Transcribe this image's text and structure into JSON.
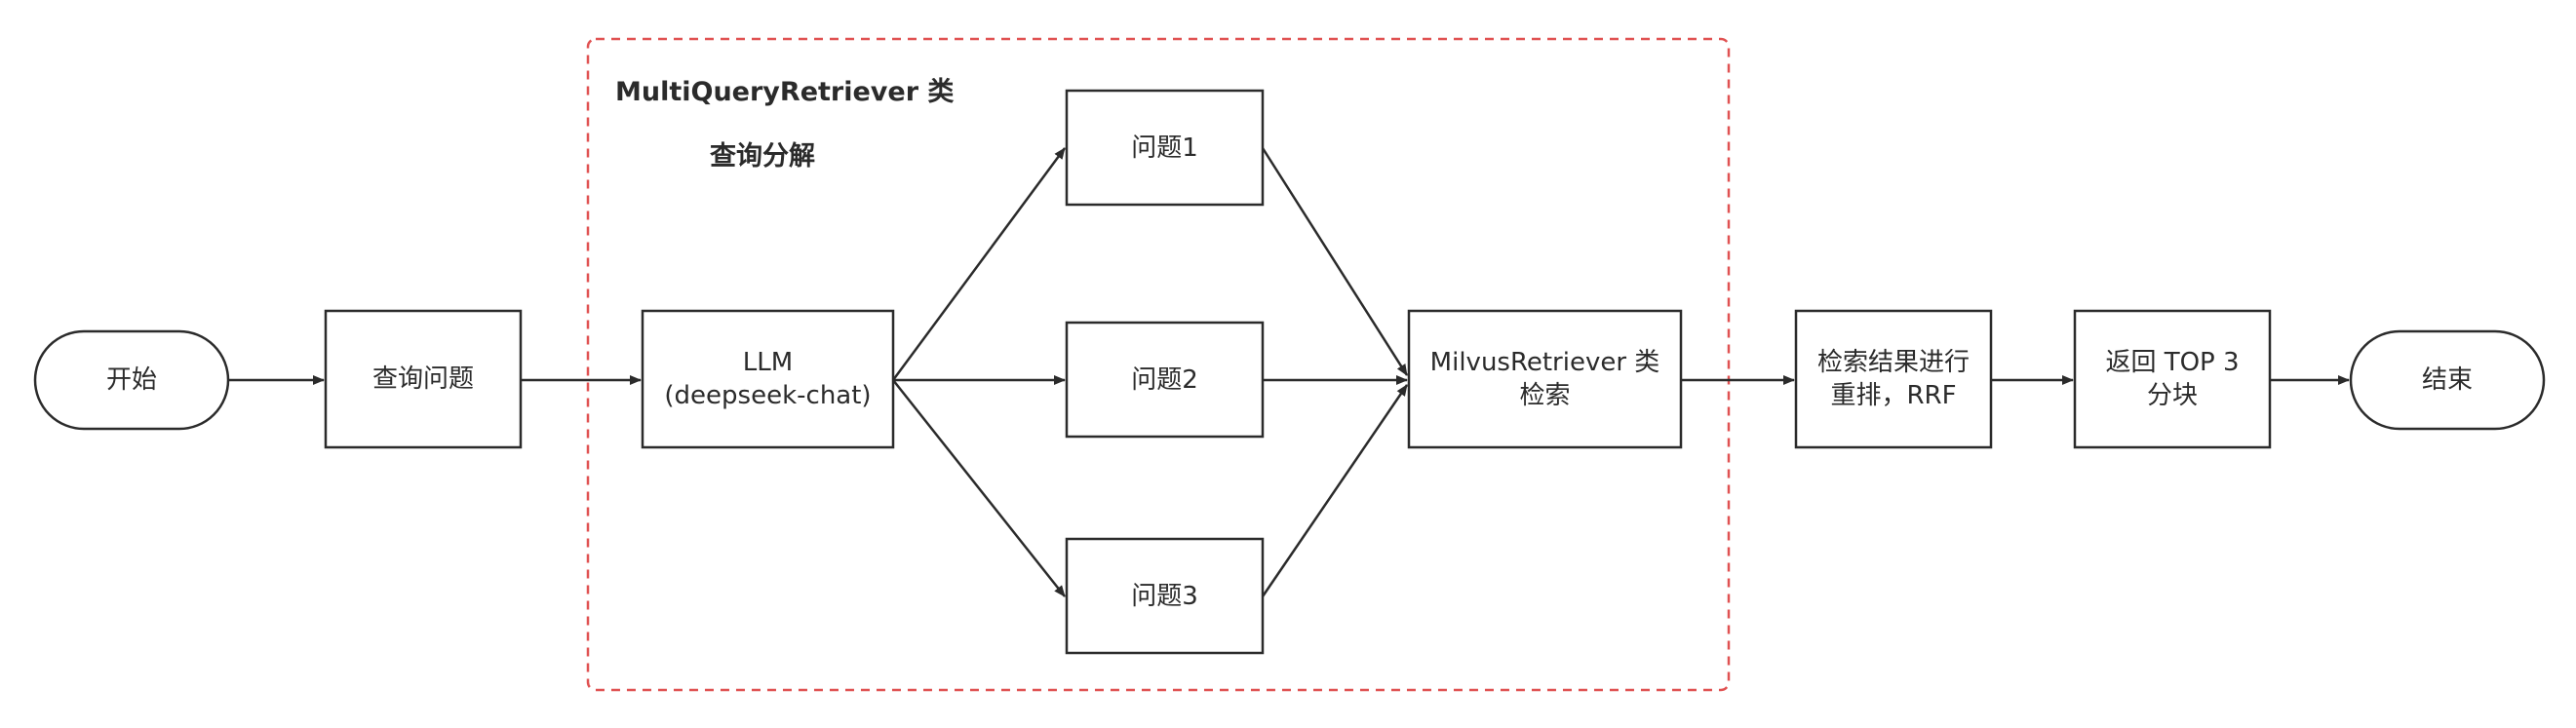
{
  "group": {
    "title": "MultiQueryRetriever 类",
    "subtitle": "查询分解"
  },
  "nodes": {
    "start": "开始",
    "query": "查询问题",
    "llm": "LLM\n(deepseek-chat)",
    "q1": "问题1",
    "q2": "问题2",
    "q3": "问题3",
    "milvus": "MilvusRetriever 类\n检索",
    "rerank": "检索结果进行\n重排，RRF",
    "top3": "返回 TOP 3\n分块",
    "end": "结束"
  },
  "colors": {
    "stroke": "#2b2b2b",
    "group_border": "#e05252",
    "fill": "#ffffff"
  }
}
